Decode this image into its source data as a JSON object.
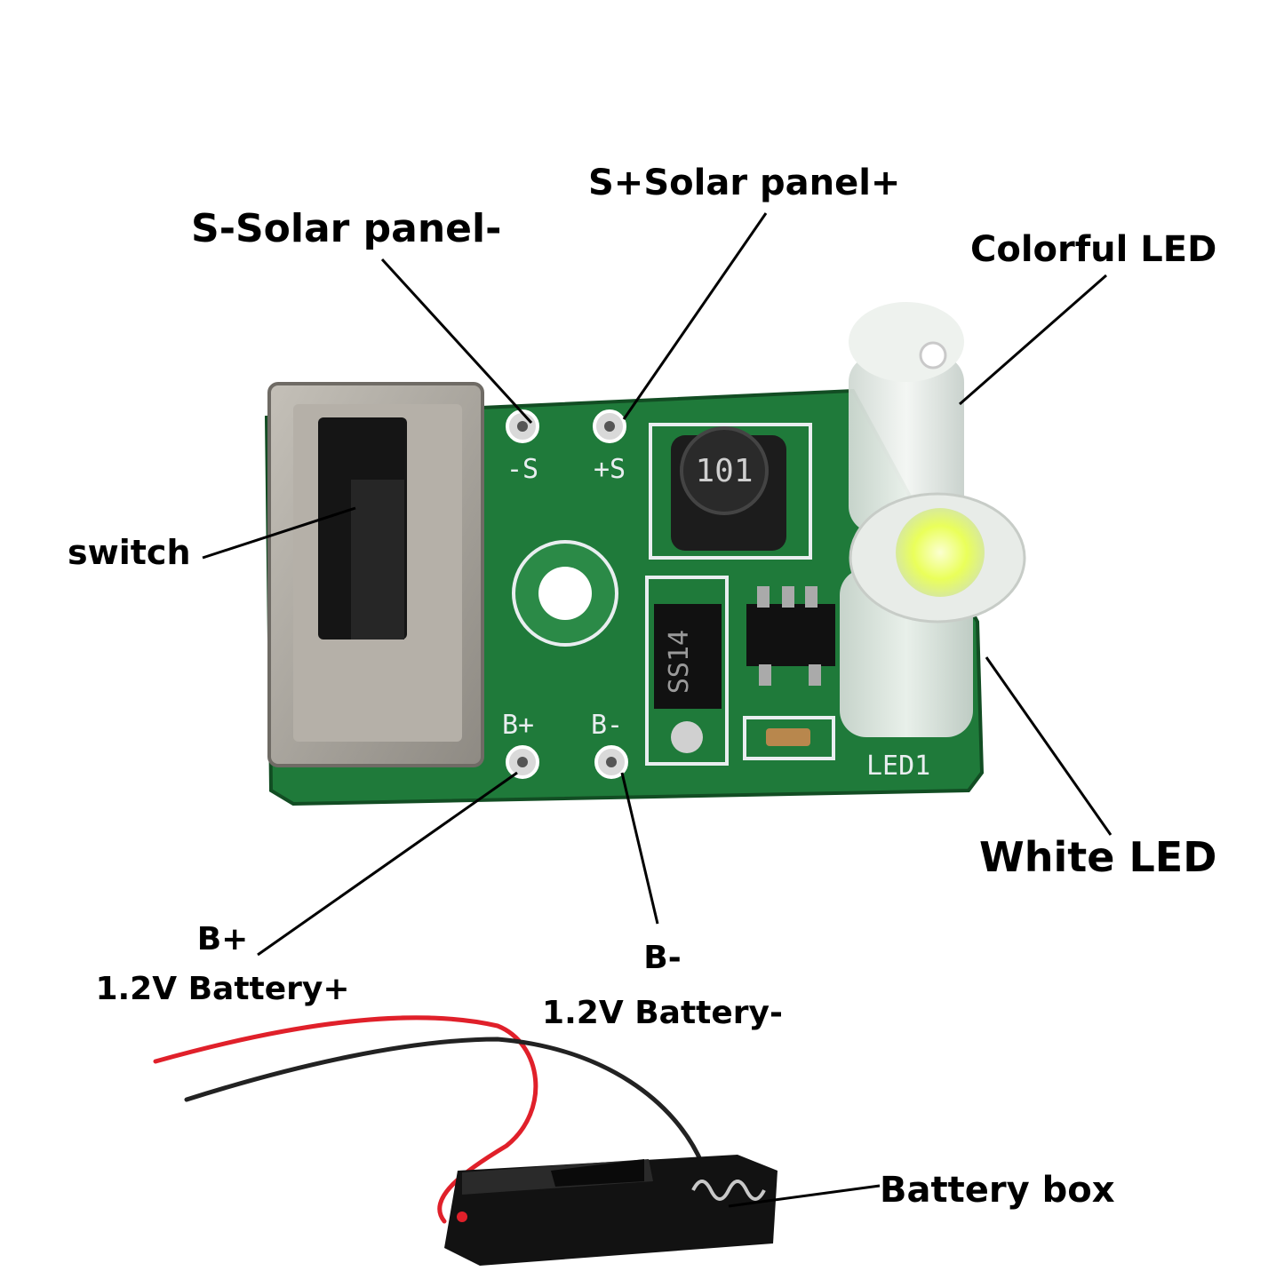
{
  "labels": {
    "solar_minus": "S-Solar panel-",
    "solar_plus": "S+Solar panel+",
    "colorful_led": "Colorful LED",
    "switch": "switch",
    "white_led": "White LED",
    "battery_plus_pin": "B+",
    "battery_plus_desc": "1.2V Battery+",
    "battery_minus_pin": "B-",
    "battery_minus_desc": "1.2V Battery-",
    "battery_box": "Battery box"
  },
  "silkscreen": {
    "s_minus": "-S",
    "s_plus": "+S",
    "b_plus": "B+",
    "b_minus": "B-",
    "led": "LED1",
    "inductor": "101",
    "diode": "SS14"
  },
  "colors": {
    "pcb_green": "#1f7a3a",
    "pcb_dark": "#155e2b",
    "silk_white": "#e9eef0",
    "switch_metal": "#a9a49c",
    "wire_red": "#e0202a",
    "wire_black": "#222222",
    "led_white_glow": "#f4ff8a"
  }
}
